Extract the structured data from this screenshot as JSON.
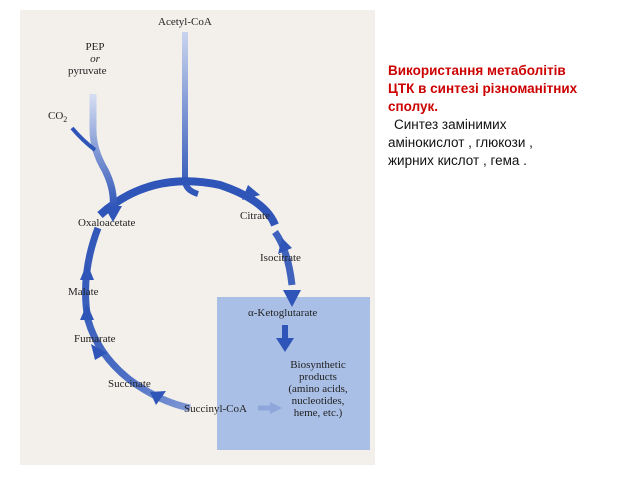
{
  "diagram": {
    "labels": {
      "acetyl_coa": "Acetyl-CoA",
      "pep_line1": "PEP",
      "pep_line2": "or",
      "pep_line3": "pyruvate",
      "co2": "CO",
      "co2_sub": "2",
      "oxaloacetate": "Oxaloacetate",
      "citrate": "Citrate",
      "isocitrate": "Isocitrate",
      "alpha_ketoglutarate": "α-Ketoglutarate",
      "malate": "Malate",
      "fumarate": "Fumarate",
      "succinate": "Succinate",
      "succinyl_coa": "Succinyl-CoA",
      "products_line1": "Biosynthetic",
      "products_line2": "products",
      "products_line3": "(amino acids,",
      "products_line4": "nucleotides,",
      "products_line5": "heme, etc.)"
    },
    "colors": {
      "arrow_blue": "#2f55b8",
      "arrow_light": "#8fa6da",
      "box_fill": "#a9bfe6",
      "background": "#f3f0ec"
    }
  },
  "side_text": {
    "title_line1": "Використання  метаболітів",
    "title_line2": "ЦТК в синтезі різноманітних",
    "title_line3": "сполук.",
    "body_line1": "Синтез замінимих",
    "body_line2": "амінокислот , глюкози ,",
    "body_line3": "жирних кислот , гема  ."
  }
}
